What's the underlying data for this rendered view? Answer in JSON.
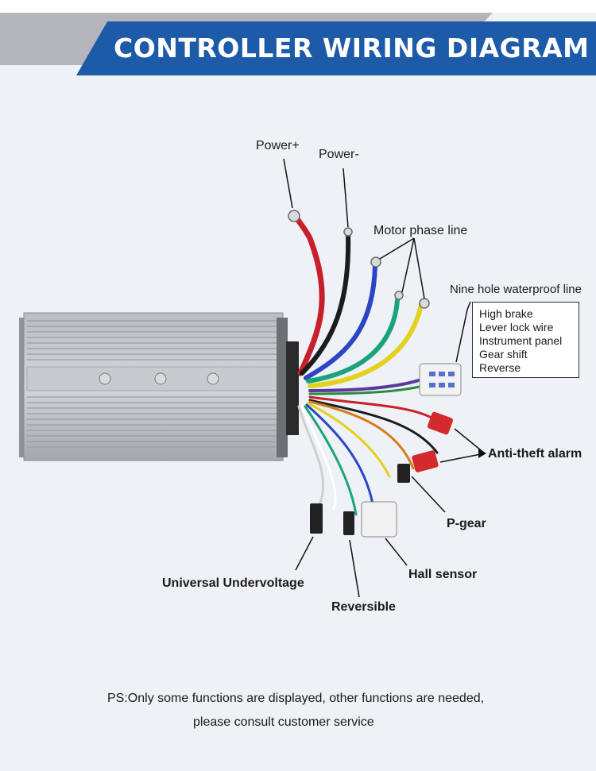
{
  "header": {
    "title": "CONTROLLER WIRING DIAGRAM",
    "banner_color": "#1d5aa8"
  },
  "labels": {
    "power_plus": "Power+",
    "power_minus": "Power-",
    "motor_phase_line": "Motor phase line",
    "nine_hole": "Nine hole waterproof line",
    "anti_theft": "Anti-theft alarm",
    "p_gear": "P-gear",
    "hall_sensor": "Hall sensor",
    "universal": "Universal Undervoltage",
    "reversible": "Reversible"
  },
  "nine_hole_functions": [
    "High brake",
    "Lever lock wire",
    "Instrument panel",
    "Gear shift",
    "Reverse"
  ],
  "footer": {
    "line1": "PS:Only some functions are displayed, other functions are needed,",
    "line2": "please consult customer service"
  },
  "wire_colors": {
    "red": "#c8202a",
    "black": "#1c1c1c",
    "blue": "#2b45c4",
    "green": "#1aa37a",
    "yellow": "#e2d21f",
    "connector_red": "#d32b2b"
  }
}
